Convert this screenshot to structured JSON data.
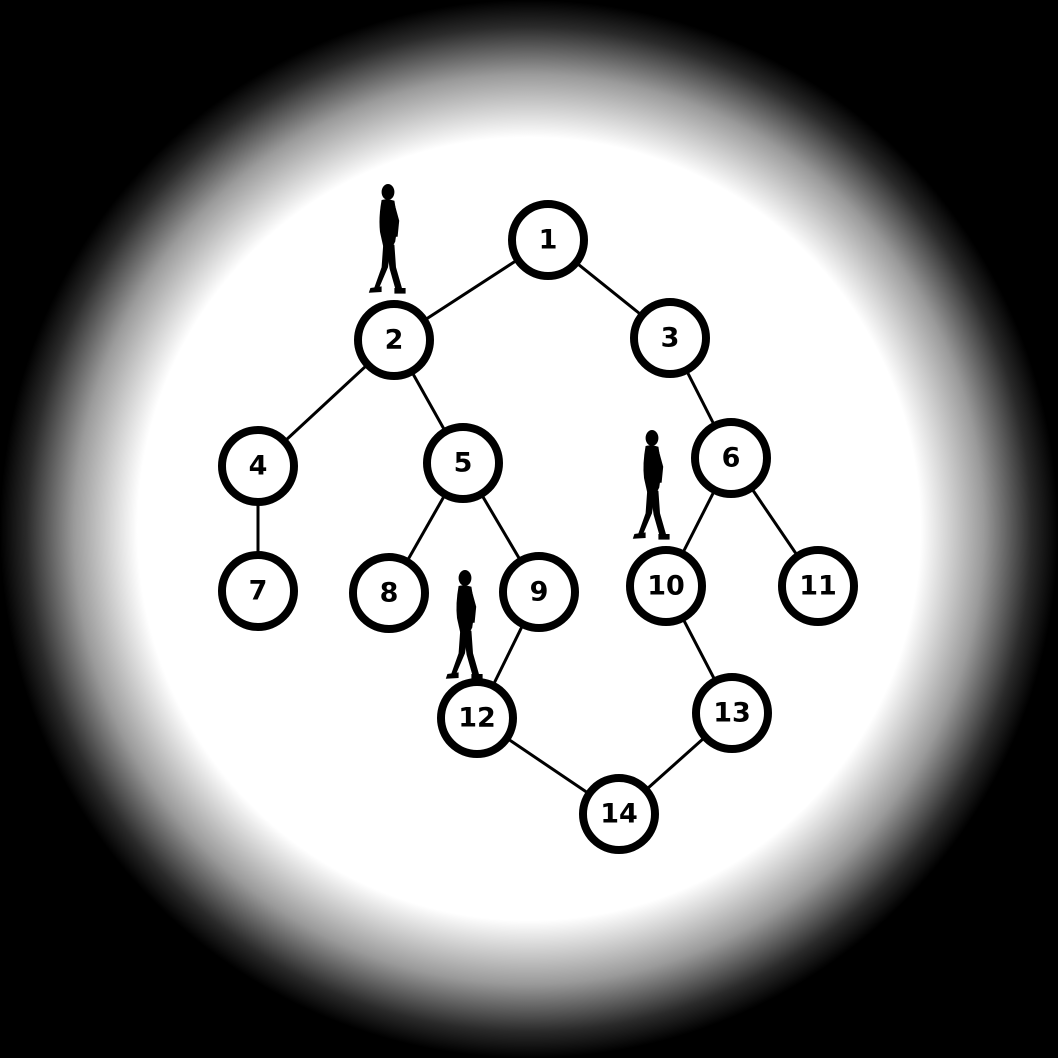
{
  "diagram": {
    "type": "graph",
    "nodes": [
      {
        "id": "1",
        "label": "1"
      },
      {
        "id": "2",
        "label": "2"
      },
      {
        "id": "3",
        "label": "3"
      },
      {
        "id": "4",
        "label": "4"
      },
      {
        "id": "5",
        "label": "5"
      },
      {
        "id": "6",
        "label": "6"
      },
      {
        "id": "7",
        "label": "7"
      },
      {
        "id": "8",
        "label": "8"
      },
      {
        "id": "9",
        "label": "9"
      },
      {
        "id": "10",
        "label": "10"
      },
      {
        "id": "11",
        "label": "11"
      },
      {
        "id": "12",
        "label": "12"
      },
      {
        "id": "13",
        "label": "13"
      },
      {
        "id": "14",
        "label": "14"
      }
    ],
    "edges": [
      [
        "1",
        "2"
      ],
      [
        "1",
        "3"
      ],
      [
        "2",
        "4"
      ],
      [
        "2",
        "5"
      ],
      [
        "3",
        "6"
      ],
      [
        "4",
        "7"
      ],
      [
        "5",
        "8"
      ],
      [
        "5",
        "9"
      ],
      [
        "6",
        "10"
      ],
      [
        "6",
        "11"
      ],
      [
        "9",
        "12"
      ],
      [
        "10",
        "13"
      ],
      [
        "12",
        "14"
      ],
      [
        "13",
        "14"
      ]
    ],
    "walkers": [
      {
        "at": "2",
        "icon": "walking-person-icon"
      },
      {
        "at": "10",
        "icon": "walking-person-icon"
      },
      {
        "at": "12",
        "icon": "walking-person-icon"
      }
    ],
    "colors": {
      "vignette_center": "#ffffff",
      "vignette_edge": "#000000",
      "stroke": "#000000"
    }
  }
}
